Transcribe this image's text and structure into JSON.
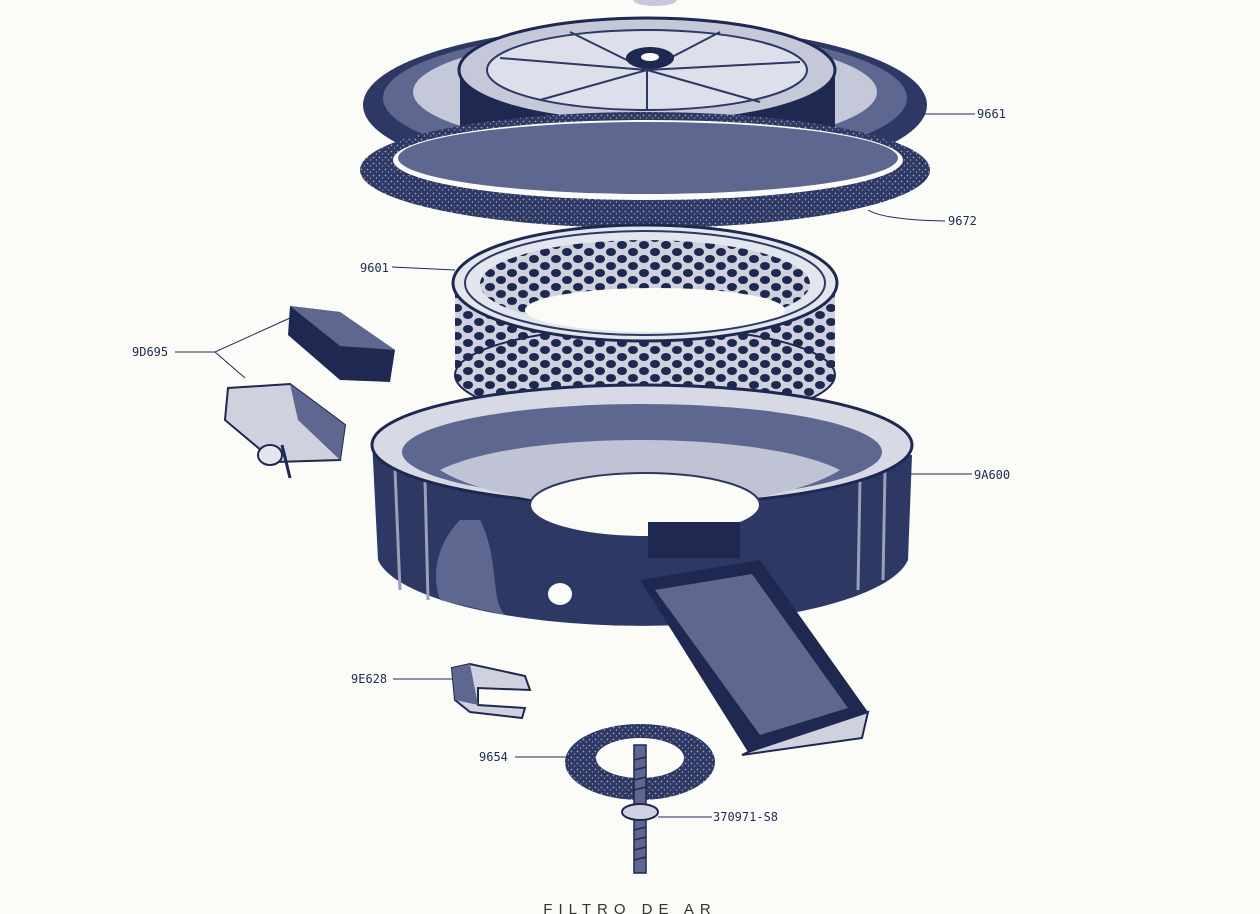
{
  "caption": "FILTRO DE AR",
  "parts": [
    {
      "id": "cover",
      "number": "9661"
    },
    {
      "id": "gasket-top",
      "number": "9672"
    },
    {
      "id": "element",
      "number": "9601"
    },
    {
      "id": "valve",
      "number": "9D695"
    },
    {
      "id": "body",
      "number": "9A600"
    },
    {
      "id": "clip",
      "number": "9E628"
    },
    {
      "id": "gasket-bottom",
      "number": "9654"
    },
    {
      "id": "stud",
      "number": "370971-S8"
    }
  ],
  "colors": {
    "ink": "#2d3864",
    "paper": "#fbfbf8"
  }
}
